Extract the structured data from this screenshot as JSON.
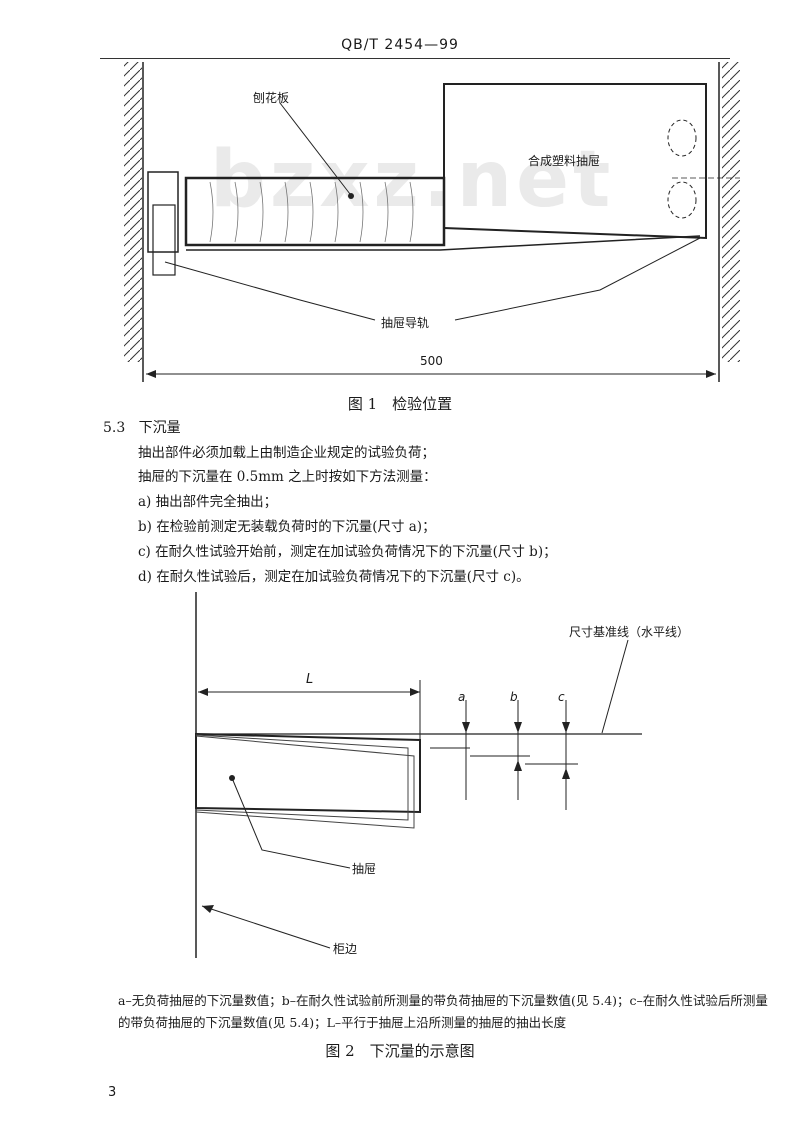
{
  "header": {
    "code": "QB/T 2454—99"
  },
  "watermark": "bzxz.net",
  "figure1": {
    "label_board": "刨花板",
    "label_drawer": "合成塑料抽屉",
    "label_rail": "抽屉导轨",
    "dimension": "500",
    "caption": "图 1　检验位置"
  },
  "section": {
    "number": "5.3",
    "title": "下沉量",
    "lines": [
      "抽出部件必须加载上由制造企业规定的试验负荷；",
      "抽屉的下沉量在 0.5mm 之上时按如下方法测量：",
      "a)  抽出部件完全抽出；",
      "b)  在检验前测定无装载负荷时的下沉量(尺寸 a)；",
      "c)  在耐久性试验开始前，测定在加试验负荷情况下的下沉量(尺寸 b)；",
      "d)  在耐久性试验后，测定在加试验负荷情况下的下沉量(尺寸 c)。"
    ]
  },
  "figure2": {
    "label_baseline": "尺寸基准线（水平线）",
    "label_L": "L",
    "label_a": "a",
    "label_b": "b",
    "label_c": "c",
    "label_drawer": "抽屉",
    "label_edge": "柜边",
    "note": "a–无负荷抽屉的下沉量数值；b–在耐久性试验前所测量的带负荷抽屉的下沉量数值(见 5.4)；c–在耐久性试验后所测量的带负荷抽屉的下沉量数值(见 5.4)；L–平行于抽屉上沿所测量的抽屉的抽出长度",
    "caption": "图 2　下沉量的示意图"
  },
  "page_number": "3"
}
